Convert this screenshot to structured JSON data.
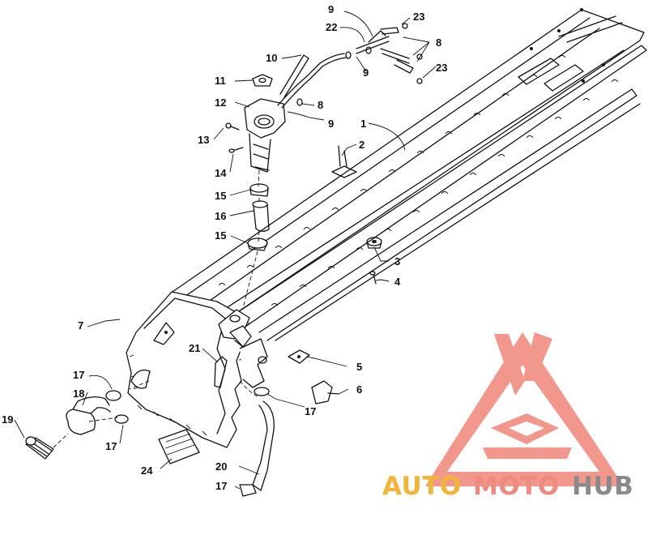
{
  "brand": {
    "name_part1": "AUTO",
    "name_part2": "MOTO",
    "name_part3": "HUB",
    "color_part1": "#f2b33a",
    "color_part2": "#ee8a7f",
    "color_part3": "#8a8a8a",
    "logo_color": "#f08679"
  },
  "callouts": [
    {
      "id": "c1",
      "label": "1"
    },
    {
      "id": "c2",
      "label": "2"
    },
    {
      "id": "c3",
      "label": "3"
    },
    {
      "id": "c4",
      "label": "4"
    },
    {
      "id": "c5",
      "label": "5"
    },
    {
      "id": "c6",
      "label": "6"
    },
    {
      "id": "c7",
      "label": "7"
    },
    {
      "id": "c8a",
      "label": "8"
    },
    {
      "id": "c8b",
      "label": "8"
    },
    {
      "id": "c9a",
      "label": "9"
    },
    {
      "id": "c9b",
      "label": "9"
    },
    {
      "id": "c9c",
      "label": "9"
    },
    {
      "id": "c10",
      "label": "10"
    },
    {
      "id": "c11",
      "label": "11"
    },
    {
      "id": "c12",
      "label": "12"
    },
    {
      "id": "c13",
      "label": "13"
    },
    {
      "id": "c14",
      "label": "14"
    },
    {
      "id": "c15a",
      "label": "15"
    },
    {
      "id": "c15b",
      "label": "15"
    },
    {
      "id": "c16",
      "label": "16"
    },
    {
      "id": "c17a",
      "label": "17"
    },
    {
      "id": "c17b",
      "label": "17"
    },
    {
      "id": "c17c",
      "label": "17"
    },
    {
      "id": "c17d",
      "label": "17"
    },
    {
      "id": "c18",
      "label": "18"
    },
    {
      "id": "c19",
      "label": "19"
    },
    {
      "id": "c20",
      "label": "20"
    },
    {
      "id": "c21",
      "label": "21"
    },
    {
      "id": "c22",
      "label": "22"
    },
    {
      "id": "c23a",
      "label": "23"
    },
    {
      "id": "c23b",
      "label": "23"
    },
    {
      "id": "c24",
      "label": "24"
    }
  ]
}
